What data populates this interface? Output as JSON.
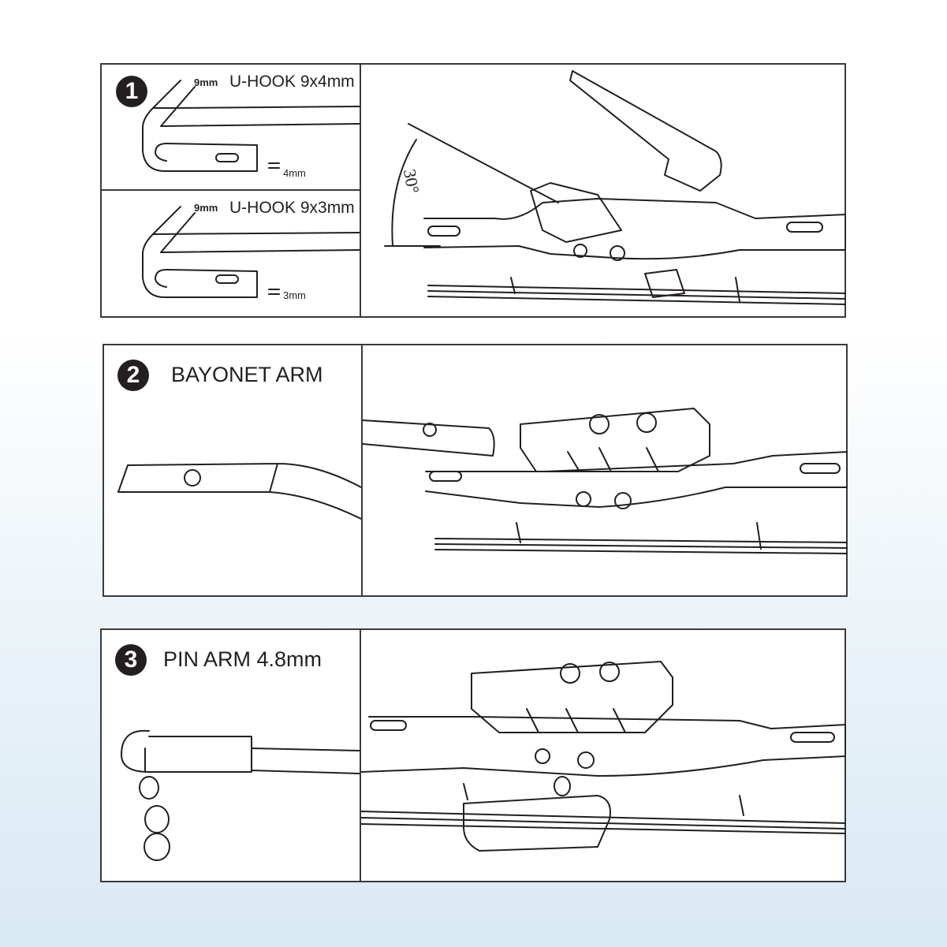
{
  "step1": {
    "number": "1",
    "hook_a": {
      "width_label": "9mm",
      "title": "U-HOOK 9x4mm",
      "height_label": "4mm"
    },
    "hook_b": {
      "width_label": "9mm",
      "title": "U-HOOK 9x3mm",
      "height_label": "3mm"
    },
    "angle_label": "30°"
  },
  "step2": {
    "number": "2",
    "title": "BAYONET ARM"
  },
  "step3": {
    "number": "3",
    "title": "PIN ARM 4.8mm"
  }
}
